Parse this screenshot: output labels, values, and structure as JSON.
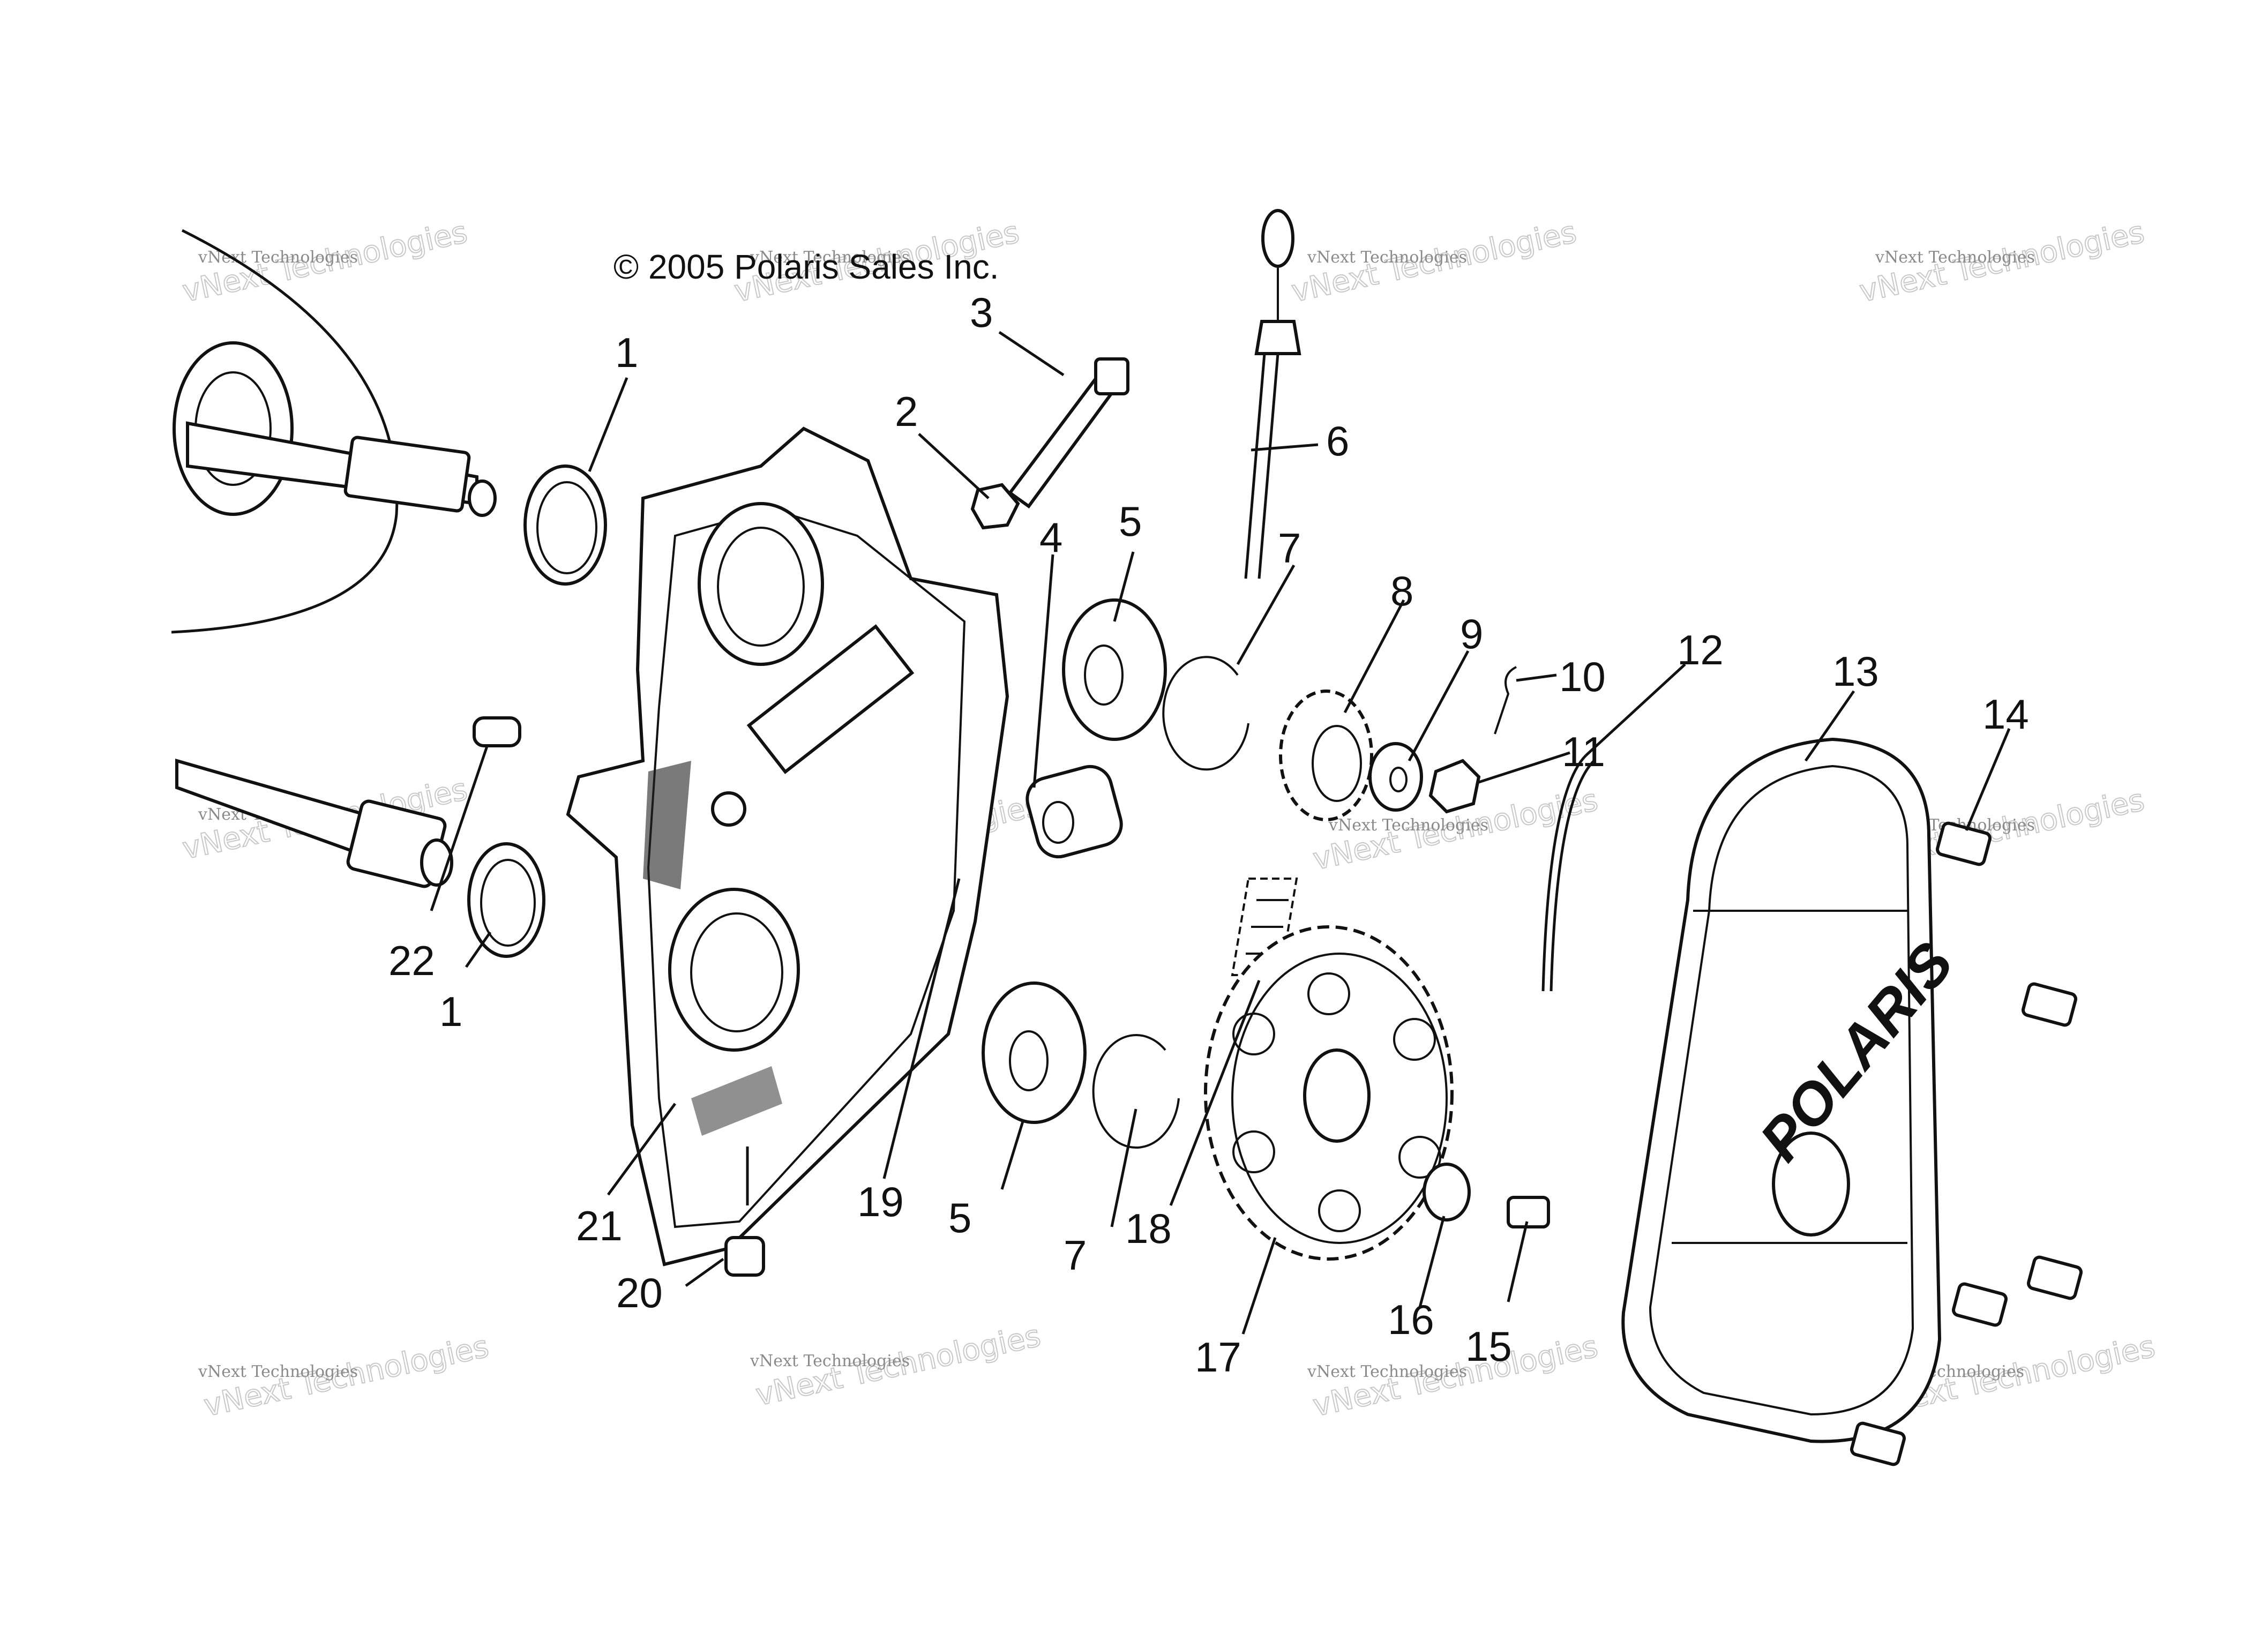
{
  "copyright": "© 2005 Polaris Sales Inc.",
  "cover_logo": "POLARIS",
  "watermark": {
    "line1": "vNext Technologies",
    "line2": "vNext Technologies"
  },
  "callouts": {
    "c1a": "1",
    "c1b": "1",
    "c2": "2",
    "c3": "3",
    "c4": "4",
    "c5a": "5",
    "c5b": "5",
    "c6": "6",
    "c7a": "7",
    "c7b": "7",
    "c8": "8",
    "c9": "9",
    "c10": "10",
    "c11": "11",
    "c12": "12",
    "c13": "13",
    "c14": "14",
    "c15": "15",
    "c16": "16",
    "c17": "17",
    "c18": "18",
    "c19": "19",
    "c20": "20",
    "c21": "21",
    "c22": "22"
  }
}
